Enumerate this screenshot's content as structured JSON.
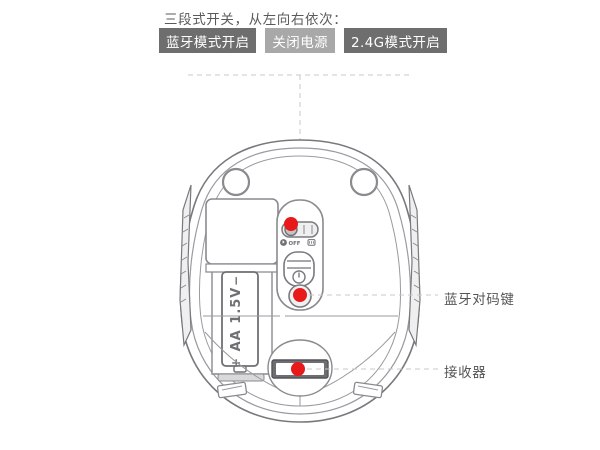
{
  "header": {
    "caption": "三段式开关，从左向右依次：",
    "badges": [
      {
        "label": "蓝牙模式开启",
        "style": "dark",
        "color": "#6e6e6e"
      },
      {
        "label": "关闭电源",
        "style": "light",
        "color": "#a8a8a8"
      },
      {
        "label": "2.4G模式开启",
        "style": "dark",
        "color": "#6e6e6e"
      }
    ]
  },
  "diagram": {
    "title": "mouse-bottom-view",
    "battery": {
      "label": "AA 1.5V",
      "positive_terminal": "+",
      "negative_terminal": "−"
    },
    "switch": {
      "positions": [
        {
          "icon": "bluetooth-icon",
          "label": ""
        },
        {
          "icon": "off-icon",
          "label": "OFF"
        },
        {
          "icon": "wireless-24g-icon",
          "label": ""
        }
      ],
      "selected_index": 0
    },
    "power_button": {
      "icon": "power-icon"
    },
    "markers": [
      {
        "name": "switch-marker",
        "color": "#e8191b"
      },
      {
        "name": "pairing-marker",
        "color": "#e8191b"
      },
      {
        "name": "receiver-marker",
        "color": "#e8191b"
      }
    ]
  },
  "callouts": [
    {
      "name": "bluetooth-pairing-key",
      "label": "蓝牙对码键"
    },
    {
      "name": "receiver",
      "label": "接收器"
    }
  ],
  "colors": {
    "background": "#ffffff",
    "outline": "#6f6f74",
    "outline_light": "#9a9a9f",
    "marker_red": "#e8191b",
    "badge_dark": "#6e6e6e",
    "badge_light": "#a8a8a8",
    "text": "#555555",
    "dashed": "#c9c9c9",
    "fill_light": "#f4f4f4",
    "fill_mid": "#dcdcdc",
    "fill_dark": "#6d6d72"
  }
}
